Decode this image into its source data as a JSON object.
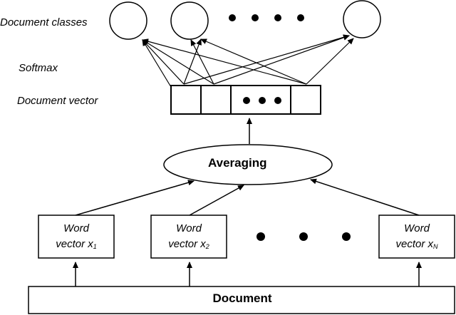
{
  "labels": {
    "document_classes": "Document classes",
    "softmax": "Softmax",
    "document_vector": "Document vector"
  },
  "averaging": "Averaging",
  "document": "Document",
  "word_vectors": [
    {
      "line1": "Word",
      "line2": "vector x",
      "sub": "1"
    },
    {
      "line1": "Word",
      "line2": "vector x",
      "sub": "2"
    },
    {
      "line1": "Word",
      "line2": "vector x",
      "sub": "N"
    }
  ],
  "colors": {
    "stroke": "#000000",
    "fill": "#ffffff"
  }
}
